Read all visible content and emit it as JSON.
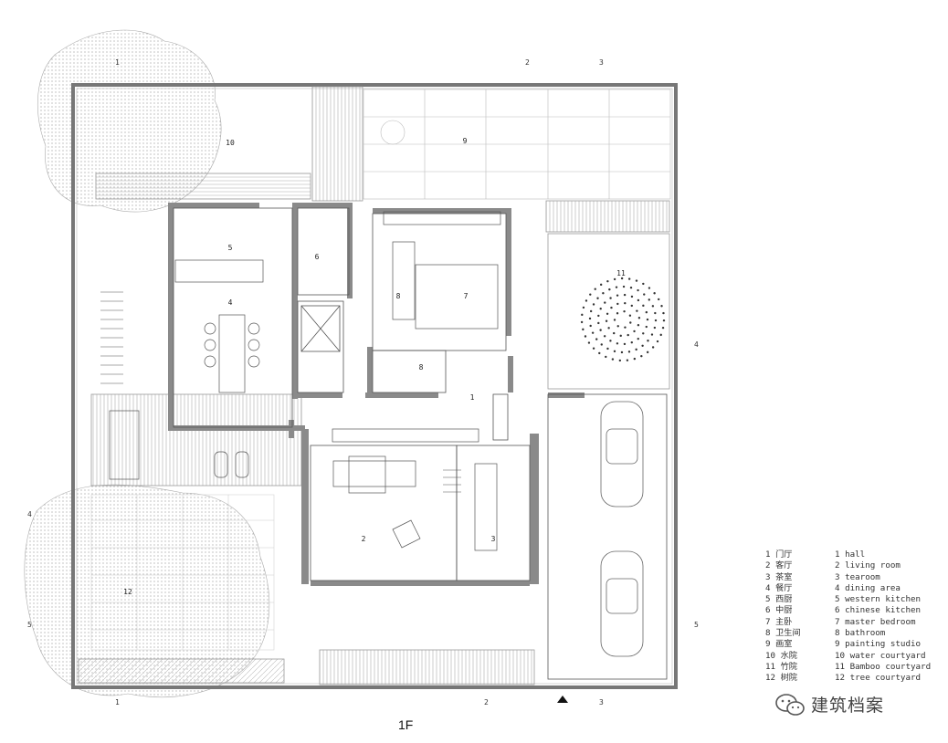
{
  "title": "1F",
  "room_numbers": [
    "1",
    "2",
    "3",
    "4",
    "5",
    "6",
    "7",
    "8",
    "8",
    "9",
    "10",
    "11",
    "12"
  ],
  "axis_labels": {
    "top": [
      "1",
      "2",
      "3"
    ],
    "bottom": [
      "1",
      "2",
      "3"
    ],
    "left": [
      "4",
      "5"
    ],
    "right": [
      "4",
      "5"
    ]
  },
  "legend": [
    {
      "zh": "1 门厅",
      "en": "1 hall"
    },
    {
      "zh": "2 客厅",
      "en": "2 living room"
    },
    {
      "zh": "3 茶室",
      "en": "3 tearoom"
    },
    {
      "zh": "4 餐厅",
      "en": "4 dining area"
    },
    {
      "zh": "5 西厨",
      "en": "5 western kitchen"
    },
    {
      "zh": "6 中厨",
      "en": "6 chinese kitchen"
    },
    {
      "zh": "7 主卧",
      "en": "7 master bedroom"
    },
    {
      "zh": "8 卫生间",
      "en": "8 bathroom"
    },
    {
      "zh": "9 画室",
      "en": "9 painting studio"
    },
    {
      "zh": "10 水院",
      "en": "10 water courtyard"
    },
    {
      "zh": "11 竹院",
      "en": "11 Bamboo courtyard"
    },
    {
      "zh": "12 树院",
      "en": "12 tree courtyard"
    }
  ],
  "brand": {
    "name": "建筑档案",
    "icon": "wechat-icon"
  },
  "colors": {
    "wall": "#8a8a8a",
    "line": "#555555",
    "tree": "#cfcfcf"
  }
}
